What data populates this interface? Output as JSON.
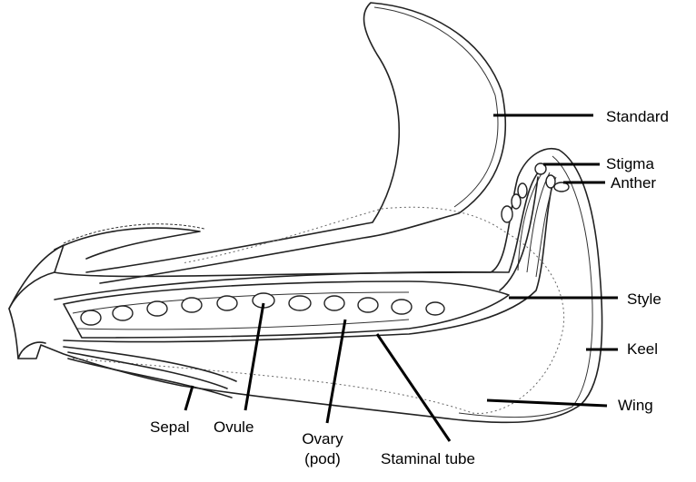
{
  "labels": {
    "standard": "Standard",
    "stigma": "Stigma",
    "anther": "Anther",
    "style": "Style",
    "keel": "Keel",
    "wing": "Wing",
    "sepal": "Sepal",
    "ovule": "Ovule",
    "ovary_line1": "Ovary",
    "ovary_line2": "(pod)",
    "staminal_tube": "Staminal tube"
  }
}
